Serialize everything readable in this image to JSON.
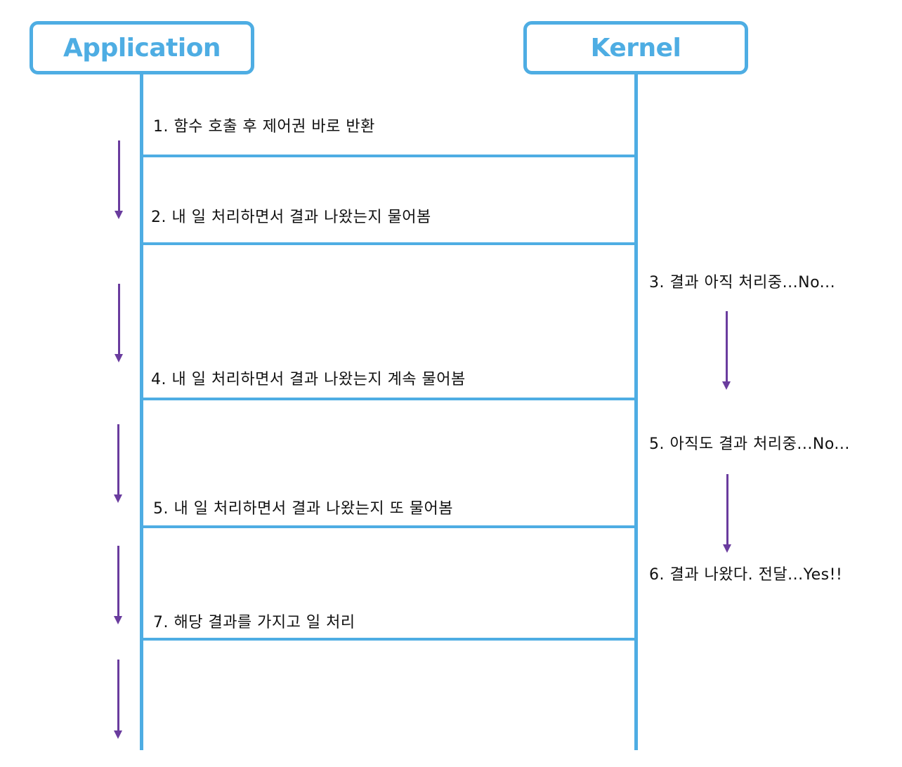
{
  "colors": {
    "lifeline": "#4EADE3",
    "arrow": "#6A3C9E",
    "text": "#111111"
  },
  "actors": {
    "application": "Application",
    "kernel": "Kernel"
  },
  "steps": {
    "step1": "1. 함수 호출 후 제어권 바로 반환",
    "step2": "2. 내 일 처리하면서 결과 나왔는지 물어봄",
    "step3": "3. 결과 아직 처리중...No...",
    "step4": "4. 내 일 처리하면서 결과 나왔는지 계속 물어봄",
    "step5_kernel": "5. 아직도 결과 처리중...No...",
    "step5_app": "5. 내 일 처리하면서 결과 나왔는지 또 물어봄",
    "step6": "6. 결과 나왔다. 전달...Yes!!",
    "step7": "7. 해당 결과를 가지고 일 처리"
  }
}
